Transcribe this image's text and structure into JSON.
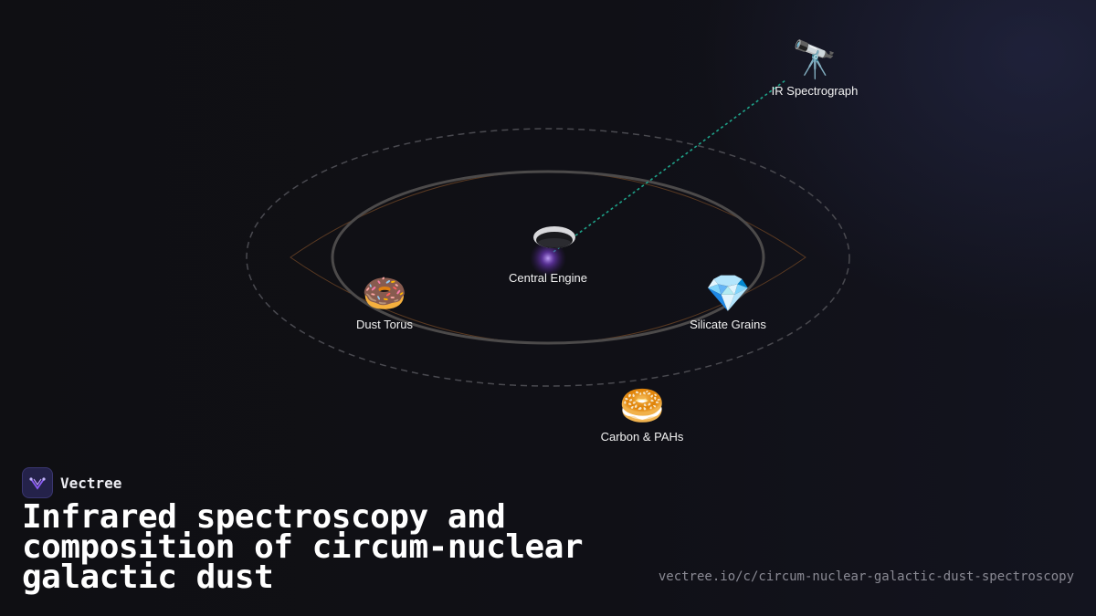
{
  "brand": {
    "name": "Vectree",
    "logo_icon": "vectree-logo-icon",
    "accent": "#8b5cf6"
  },
  "headline": "Infrared spectroscopy and composition of circum-nuclear galactic dust",
  "url": "vectree.io/c/circum-nuclear-galactic-dust-spectroscopy",
  "diagram": {
    "nodes": {
      "central": {
        "label": "Central Engine",
        "icon": "black-hole-icon"
      },
      "telescope": {
        "label": "IR Spectrograph",
        "icon": "telescope-icon",
        "glyph": "🔭"
      },
      "torus": {
        "label": "Dust Torus",
        "icon": "donut-icon",
        "glyph": "🍩"
      },
      "silicate": {
        "label": "Silicate Grains",
        "icon": "gem-icon",
        "glyph": "💎"
      },
      "carbon": {
        "label": "Carbon & PAHs",
        "icon": "bagel-icon",
        "glyph": "🥯"
      }
    },
    "colors": {
      "sightline": "#1fa38a",
      "orbit": "#4a4a52",
      "glow": "#7a3fd0"
    }
  }
}
